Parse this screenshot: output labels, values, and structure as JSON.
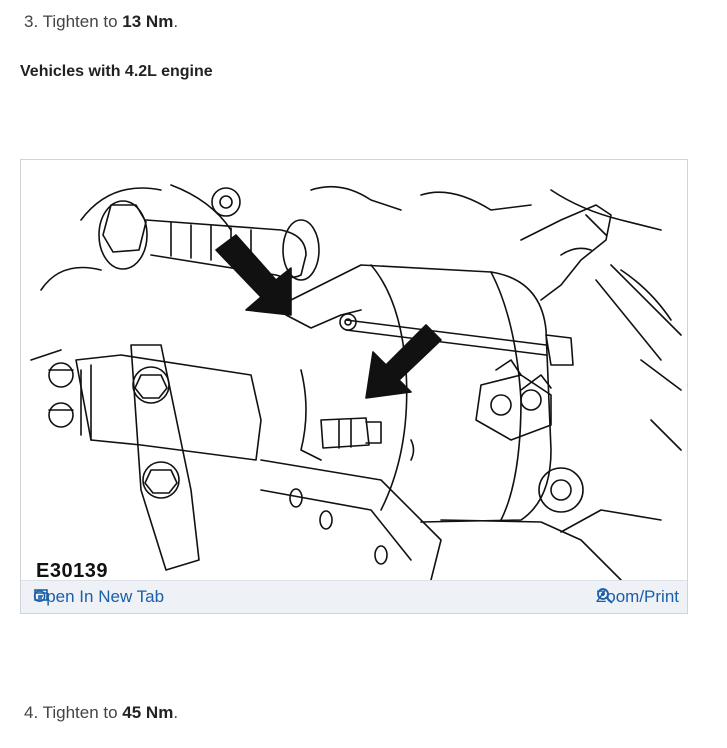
{
  "step3": {
    "prefix": "3. Tighten to ",
    "value": "13 Nm",
    "suffix": "."
  },
  "heading": "Vehicles with 4.2L engine",
  "figure": {
    "label": "E30139",
    "open_tab_label": "Open In New Tab",
    "zoom_label": "Zoom/Print",
    "link_color": "#1a5fa8",
    "icons": {
      "open": "open-new-tab-icon",
      "zoom": "zoom-icon"
    }
  },
  "step4": {
    "prefix": "4. Tighten to ",
    "value": "45 Nm",
    "suffix": "."
  }
}
